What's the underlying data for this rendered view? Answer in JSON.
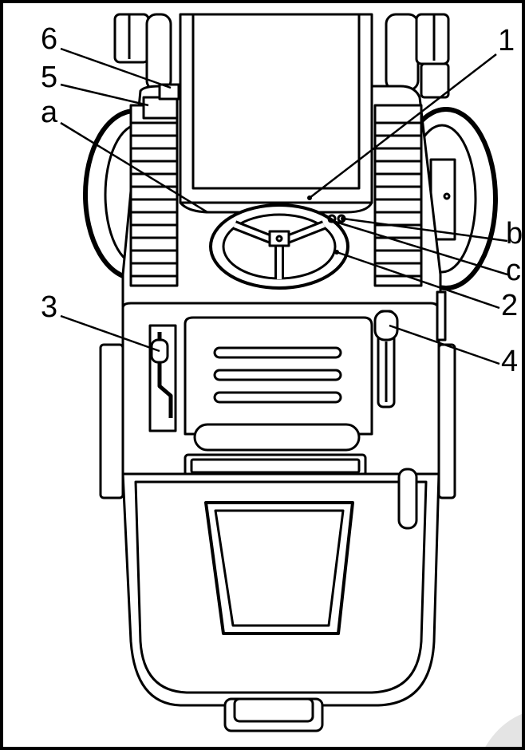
{
  "labels": {
    "num1": "1",
    "num2": "2",
    "num3": "3",
    "num4": "4",
    "num5": "5",
    "num6": "6",
    "a": "a",
    "b": "b",
    "c": "c"
  },
  "colors": {
    "ink": "#000000",
    "paper": "#ffffff",
    "shade": "#d8d8d8"
  }
}
